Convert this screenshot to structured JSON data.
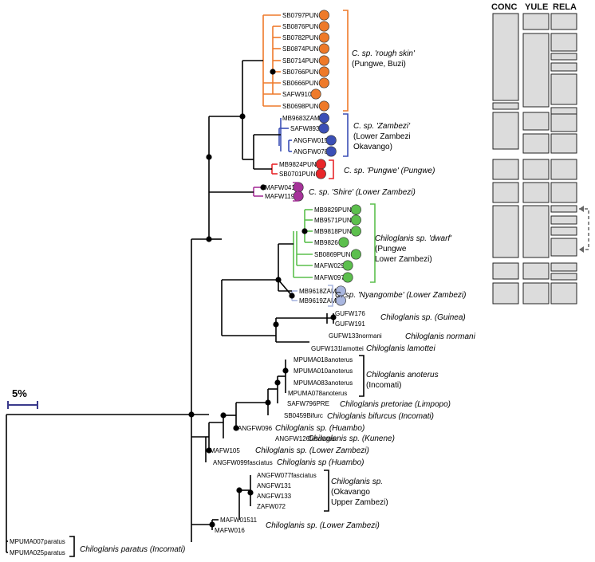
{
  "scale": {
    "label": "5%"
  },
  "columns": [
    "CONC",
    "YULE",
    "RELA"
  ],
  "taxa": [
    "SB0797PUN",
    "SB0876PUN",
    "SB0782PUN",
    "SB0874PUN",
    "SB0714PUN",
    "SB0766PUN",
    "SB0666PUN",
    "SAFW910",
    "SB0698PUN",
    "MB9683ZAM",
    "SAFW893",
    "ANGFW015",
    "ANGFW078",
    "MB9824PUN",
    "SB0701PUN",
    "MAFW041",
    "MAFW119",
    "MB9829PUN",
    "MB9571PUN",
    "MB9818PUN",
    "MB9826",
    "SB0869PUN",
    "MAFW029",
    "MAFW097",
    "MB9618ZAM",
    "MB9619ZAM",
    "GUFW176",
    "GUFW191",
    "GUFW133normani",
    "GUFW131lamottei",
    "MPUMA018anoterus",
    "MPUMA010anoterus",
    "MPUMA083anoterus",
    "MPUMA078anoterus",
    "SAFW796PRE",
    "SB0459Bifurc",
    "ANGFW096",
    "ANGFW126fasciatus",
    "MAFW105",
    "ANGFW099fasciatus",
    "ANGFW077fasciatus",
    "ANGFW131",
    "ANGFW133",
    "ZAFW072",
    "MAFW01511",
    "MAFW016",
    "MPUMA007paratus",
    "MPUMA025paratus"
  ],
  "clades": {
    "rough_skin": [
      "C. sp. 'rough skin'",
      "(Pungwe, Buzi)"
    ],
    "zambezi": [
      "C. sp. 'Zambezi'",
      "(Lower Zambezi",
      "Okavango)"
    ],
    "pungwe": [
      "C. sp. 'Pungwe' (Pungwe)"
    ],
    "shire": [
      "C. sp. 'Shire' (Lower Zambezi)"
    ],
    "dwarf": [
      "Chiloglanis sp. 'dwarf'",
      "(Pungwe",
      "Lower Zambezi)"
    ],
    "nyangombe": [
      "C. sp. 'Nyangombe' (Lower Zambezi)"
    ],
    "guinea": [
      "Chiloglanis sp. (Guinea)"
    ],
    "normani": [
      "Chiloglanis normani"
    ],
    "lamottei": [
      "Chiloglanis lamottei"
    ],
    "anoterus": [
      "Chiloglanis anoterus",
      "(Incomati)"
    ],
    "pretoriae": [
      "Chiloglanis pretoriae (Limpopo)"
    ],
    "bifurcus": [
      "Chiloglanis bifurcus (Incomati)"
    ],
    "huambo1": [
      "Chiloglanis sp. (Huambo)"
    ],
    "kunene": [
      "Chiloglanis sp. (Kunene)"
    ],
    "lzam1": [
      "Chiloglanis sp. (Lower Zambezi)"
    ],
    "huambo2": [
      "Chiloglanis sp (Huambo)"
    ],
    "okavango": [
      "Chiloglanis sp.",
      "(Okavango",
      "Upper Zambezi)"
    ],
    "lzam2": [
      "Chiloglanis sp. (Lower Zambezi)"
    ],
    "paratus": [
      "Chiloglanis paratus (Incomati)"
    ]
  },
  "colors": {
    "rough_skin": "#ee7a2a",
    "zambezi": "#3b4fb6",
    "pungwe": "#e8262a",
    "shire": "#a6329a",
    "dwarf": "#5cbf4d",
    "nyangombe": "#a9b6df",
    "bar_fill": "#dcdcdc"
  }
}
